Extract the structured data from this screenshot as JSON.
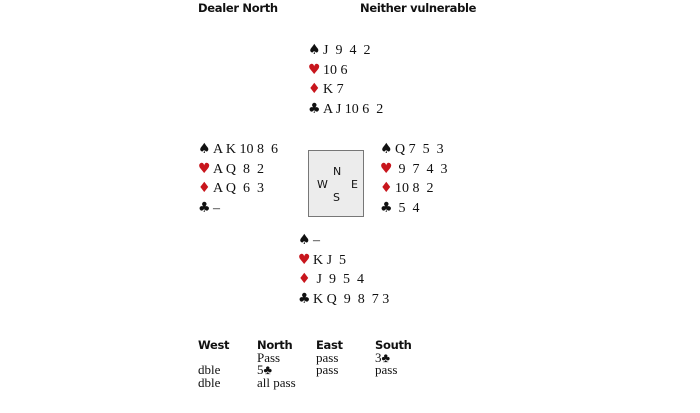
{
  "header": {
    "dealer": "Dealer North",
    "vulnerability": "Neither vulnerable"
  },
  "suits": {
    "spade": "♠",
    "heart": "♥",
    "diamond": "♦",
    "club": "♣"
  },
  "colors": {
    "red": "#c8161d",
    "black": "#111111"
  },
  "hands": {
    "north": {
      "spades": "J  9  4  2",
      "hearts": "10 6",
      "diamonds": "K 7",
      "clubs": "A J 10 6  2"
    },
    "west": {
      "spades": "A K 10 8  6",
      "hearts": "A Q  8  2",
      "diamonds": "A Q  6  3",
      "clubs": "–"
    },
    "east": {
      "spades": "Q 7  5  3",
      "hearts": " 9  7  4  3",
      "diamonds": "10 8  2",
      "clubs": " 5  4"
    },
    "south": {
      "spades": "–",
      "hearts": "K J  5",
      "diamonds": " J  9  5  4",
      "clubs": "K Q  9  8  7 3"
    }
  },
  "compass": {
    "n": "N",
    "s": "S",
    "e": "E",
    "w": "W"
  },
  "auction": {
    "headers": [
      "West",
      "North",
      "East",
      "South"
    ],
    "columns": [
      [
        "",
        "dble",
        "dble"
      ],
      [
        "Pass",
        "5♣",
        "all pass"
      ],
      [
        "pass",
        "pass",
        ""
      ],
      [
        "3♣",
        "pass",
        ""
      ]
    ]
  }
}
